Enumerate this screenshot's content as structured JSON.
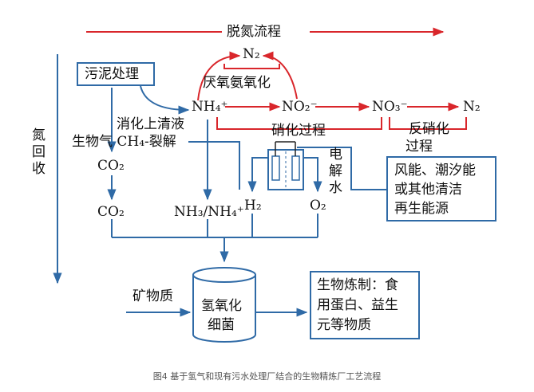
{
  "title": "脱氮流程",
  "side_label": "氮回收",
  "sludge_box": "污泥处理",
  "digest_label": "消化上清液",
  "biogas_label": "生物气 CH₄-裂解",
  "nodes": {
    "n2_top": "N₂",
    "nh4": "NH₄⁺",
    "no2": "NO₂⁻",
    "no3": "NO₃⁻",
    "n2_right": "N₂",
    "co2_a": "CO₂",
    "co2_b": "CO₂",
    "nh3": "NH₃/NH₄⁺",
    "h2": "H₂",
    "o2": "O₂"
  },
  "process_labels": {
    "anammox": "厌氧氨氧化",
    "nitrification": "硝化过程",
    "denitrification_1": "反硝化",
    "denitrification_2": "过程",
    "electrolysis": "电解水"
  },
  "energy_box": [
    "风能、潮汐能",
    "或其他清洁",
    "再生能源"
  ],
  "minerals_label": "矿物质",
  "reactor": [
    "氢氧化",
    "细菌"
  ],
  "product_box": [
    "生物炼制：食",
    "用蛋白、益生",
    "元等物质"
  ],
  "caption": "图4 基于氢气和现有污水处理厂结合的生物精炼厂工艺流程",
  "colors": {
    "red": "#d9262b",
    "blue": "#2f6aa6",
    "text": "#111111"
  }
}
